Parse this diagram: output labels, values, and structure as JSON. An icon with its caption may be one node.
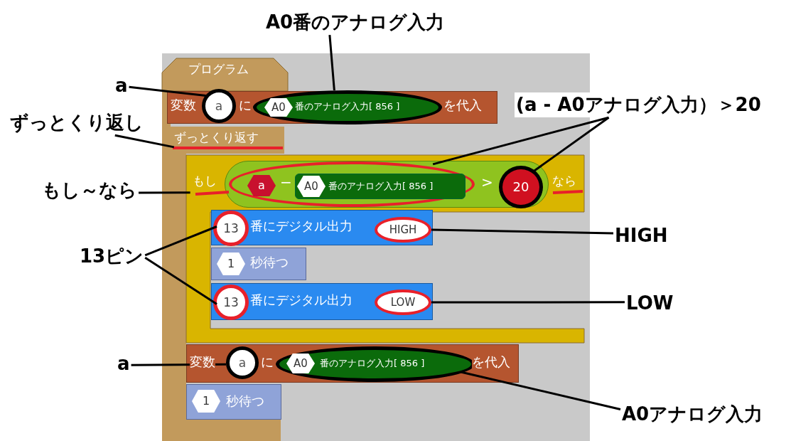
{
  "diagram": {
    "nodes": [
      {
        "text": [
          "プログラム"
        ]
      },
      {
        "text": [
          "変数",
          "に",
          "を代入"
        ]
      },
      {
        "text": [
          "a"
        ],
        "in": 1
      },
      {
        "text": [
          "番のアナログ入力[ 856 ]"
        ],
        "in": 1
      },
      {
        "text": [
          "A0"
        ],
        "in": 3
      },
      {
        "text": [
          "ずっとくり返す"
        ]
      },
      {
        "text": [
          "もし",
          "なら"
        ]
      },
      {
        "text": [
          ">"
        ],
        "in": 6
      },
      {
        "text": [
          "−"
        ],
        "in": 7
      },
      {
        "text": [
          "a"
        ],
        "in": 8
      },
      {
        "text": [
          "番のアナログ入力[ 856 ]"
        ],
        "in": 8
      },
      {
        "text": [
          "A0"
        ],
        "in": 10
      },
      {
        "text": [
          "20"
        ],
        "in": 7
      },
      {
        "text": [
          "番にデジタル出力"
        ],
        "in": 6
      },
      {
        "text": [
          "13"
        ],
        "in": 13
      },
      {
        "text": [
          "HIGH"
        ],
        "in": 13
      },
      {
        "text": [
          "秒待つ"
        ],
        "in": 6
      },
      {
        "text": [
          "1"
        ],
        "in": 16
      },
      {
        "text": [
          "番にデジタル出力"
        ],
        "in": 6
      },
      {
        "text": [
          "13"
        ],
        "in": 18
      },
      {
        "text": [
          "LOW"
        ],
        "in": 18
      },
      {
        "text": [
          "変数",
          "に",
          "を代入"
        ]
      },
      {
        "text": [
          "a"
        ],
        "in": 21
      },
      {
        "text": [
          "番のアナログ入力[ 856 ]"
        ],
        "in": 21
      },
      {
        "text": [
          "A0"
        ],
        "in": 23
      },
      {
        "text": [
          "秒待つ"
        ]
      },
      {
        "text": [
          "1"
        ],
        "in": 25
      },
      {
        "text": [
          "A0番のアナログ入力"
        ]
      },
      {
        "text": [
          "a"
        ]
      },
      {
        "text": [
          "ずっとくり返し"
        ]
      },
      {
        "text": [
          "(a - A0アナログ入力）＞20"
        ]
      },
      {
        "text": [
          "もし～なら"
        ]
      },
      {
        "text": [
          "13ピン"
        ]
      },
      {
        "text": [
          "HIGH"
        ]
      },
      {
        "text": [
          "LOW"
        ]
      },
      {
        "text": [
          "a"
        ]
      },
      {
        "text": [
          "A0アナログ入力"
        ]
      }
    ],
    "edges": [
      {
        "from": 27,
        "to": 3,
        "arrow": "none"
      },
      {
        "from": 28,
        "to": 2,
        "arrow": "none"
      },
      {
        "from": 29,
        "to": 5,
        "arrow": "none"
      },
      {
        "from": 30,
        "to": 8,
        "arrow": "none"
      },
      {
        "from": 30,
        "to": 12,
        "arrow": "none"
      },
      {
        "from": 31,
        "to": 6,
        "arrow": "none"
      },
      {
        "from": 32,
        "to": 14,
        "arrow": "none"
      },
      {
        "from": 32,
        "to": 19,
        "arrow": "none"
      },
      {
        "from": 33,
        "to": 15,
        "arrow": "none"
      },
      {
        "from": 34,
        "to": 20,
        "arrow": "none"
      },
      {
        "from": 35,
        "to": 22,
        "arrow": "none"
      },
      {
        "from": 36,
        "to": 23,
        "arrow": "none"
      }
    ]
  }
}
